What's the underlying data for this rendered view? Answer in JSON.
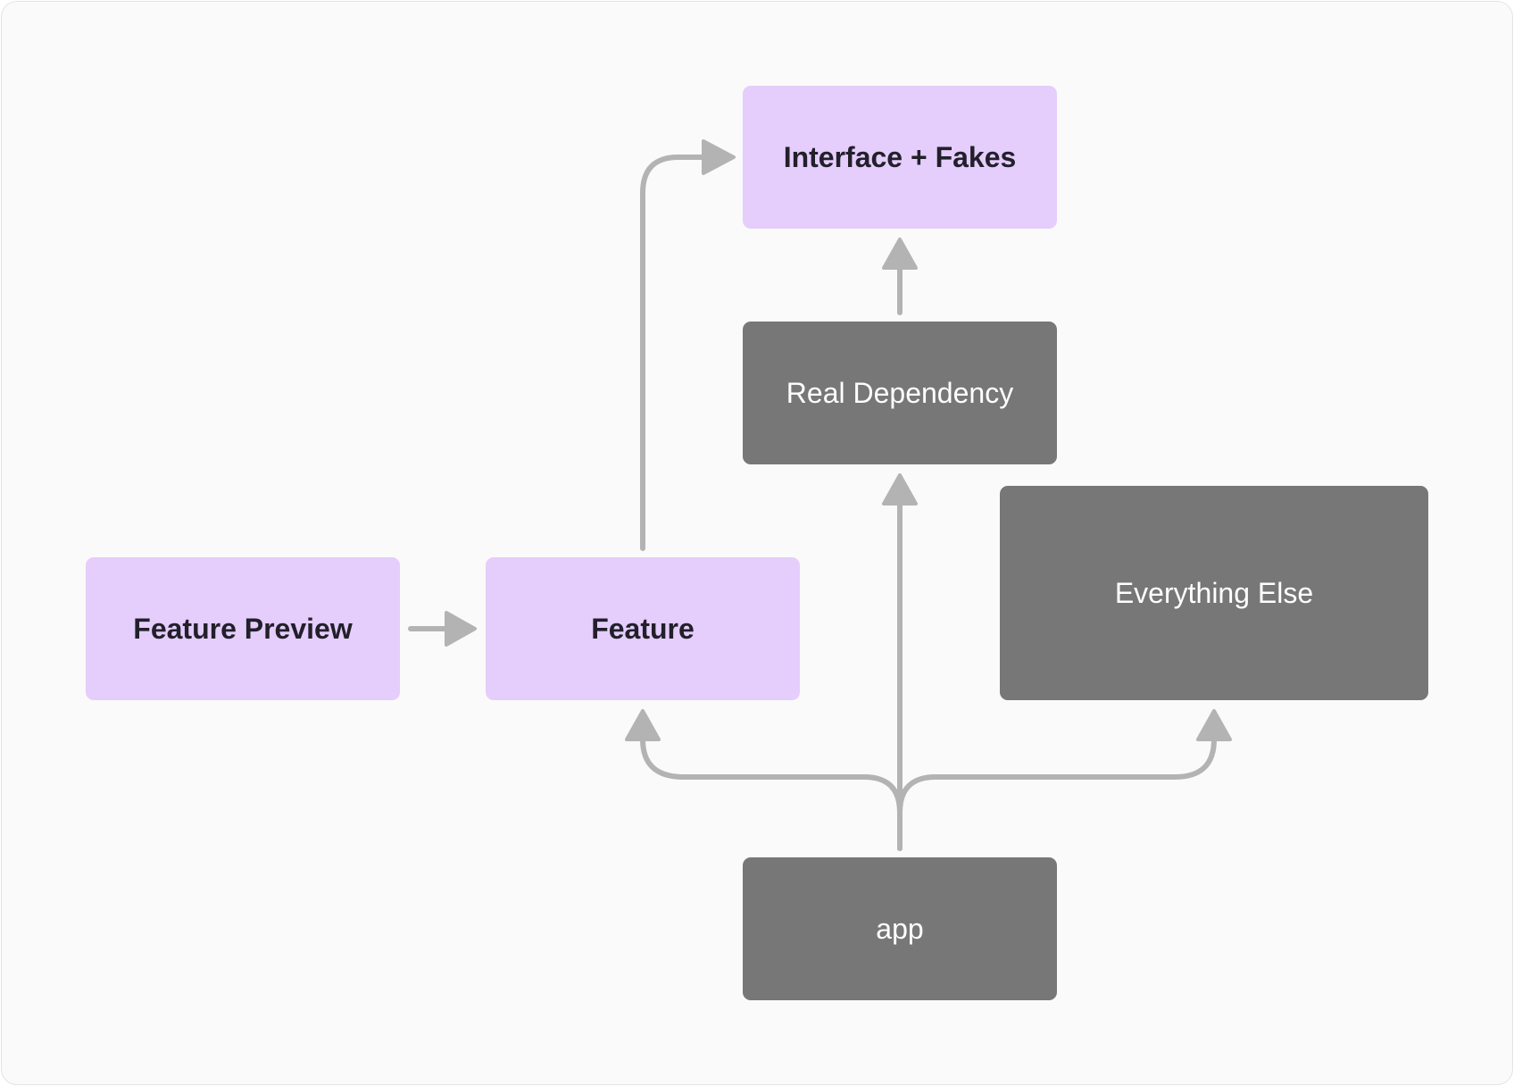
{
  "nodes": {
    "interface_fakes": "Interface + Fakes",
    "real_dependency": "Real Dependency",
    "everything_else": "Everything Else",
    "feature_preview": "Feature Preview",
    "feature": "Feature",
    "app": "app"
  },
  "colors": {
    "module_light": "#e5cdfc",
    "module_dark": "#777777",
    "edge": "#b3b3b3",
    "canvas": "#fafafa"
  }
}
